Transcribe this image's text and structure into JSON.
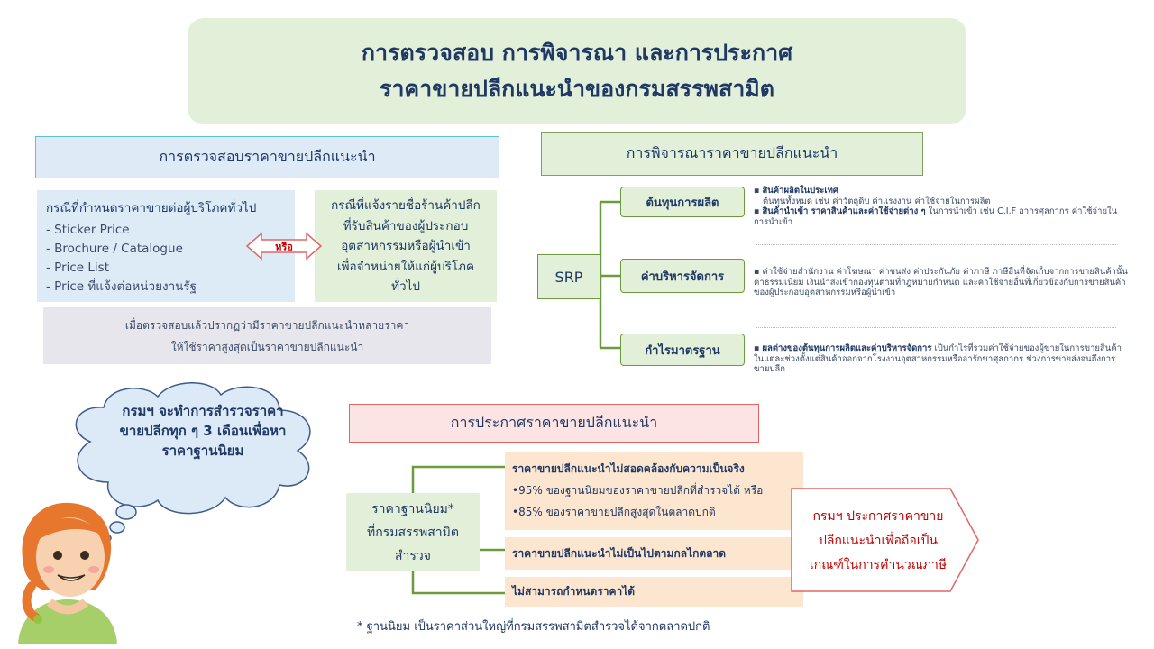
{
  "title": {
    "line1": "การตรวจสอบ การพิจารณา และการประกาศ",
    "line2": "ราคาขายปลีกแนะนำของกรมสรรพสามิต"
  },
  "check": {
    "heading": "การตรวจสอบราคาขายปลีกแนะนำ",
    "case1_title": "กรณีที่กำหนดราคาขายต่อผู้บริโภคทั่วไป",
    "case1_items": [
      "- Sticker Price",
      "- Brochure / Catalogue",
      "- Price List",
      "- Price ที่แจ้งต่อหน่วยงานรัฐ"
    ],
    "or_label": "หรือ",
    "case2_lines": [
      "กรณีที่แจ้งรายชื่อร้านค้าปลีก",
      "ที่รับสินค้าของผู้ประกอบ",
      "อุตสาหกรรมหรือผู้นำเข้า",
      "เพื่อจำหน่ายให้แก่ผู้บริโภค",
      "ทั่วไป"
    ],
    "note_line1": "เมื่อตรวจสอบแล้วปรากฏว่ามีราคาขายปลีกแนะนำหลายราคา",
    "note_line2": "ให้ใช้ราคาสูงสุดเป็นราคาขายปลีกแนะนำ"
  },
  "consider": {
    "heading": "การพิจารณาราคาขายปลีกแนะนำ",
    "srp": "SRP",
    "node1": "ต้นทุนการผลิต",
    "node2": "ค่าบริหารจัดการ",
    "node3": "กำไรมาตรฐาน",
    "d1_b1": "สินค้าผลิตในประเทศ",
    "d1_t1": "ต้นทุนทั้งหมด เช่น ค่าวัตถุดิบ ค่าแรงงาน ค่าใช้จ่ายในการผลิต",
    "d1_b2": "สินค้านำเข้า ราคาสินค้าและค่าใช้จ่ายต่าง ๆ",
    "d1_t2": "ในการนำเข้า เช่น C.I.F อากรศุลกากร ค่าใช้จ่ายในการนำเข้า",
    "d2_t": "ค่าใช้จ่ายสำนักงาน ค่าโฆษณา ค่าขนส่ง ค่าประกันภัย ค่าภาษี ภาษีอื่นที่จัดเก็บจากการขายสินค้านั้น ค่าธรรมเนียม เงินนำส่งเข้ากองทุนตามที่กฎหมายกำหนด และค่าใช้จ่ายอื่นที่เกี่ยวข้องกับการขายสินค้าของผู้ประกอบอุตสาหกรรมหรือผู้นำเข้า",
    "d3_b": "ผลต่างของต้นทุนการผลิตและค่าบริหารจัดการ",
    "d3_t": "เป็นกำไรที่รวมค่าใช้จ่ายของผู้ขายในการขายสินค้าในแต่ละช่วงตั้งแต่สินค้าออกจากโรงงานอุตสาหกรรมหรืออารักขาศุลกากร ช่วงการขายส่งจนถึงการขายปลีก"
  },
  "bubble": {
    "line1": "กรมฯ จะทำการสำรวจราคา",
    "line2": "ขายปลีกทุก ๆ 3 เดือนเพื่อหา",
    "line3": "ราคาฐานนิยม"
  },
  "announce": {
    "heading": "การประกาศราคาขายปลีกแนะนำ",
    "std_line1": "ราคาฐานนิยม*",
    "std_line2": "ที่กรมสรรพสามิต",
    "std_line3": "สำรวจ",
    "cond1_title": "ราคาขายปลีกแนะนำไม่สอดคล้องกับความเป็นจริง",
    "cond1_item1": "•95% ของฐานนิยมของราคาขายปลีกที่สำรวจได้ หรือ",
    "cond1_item2": "•85% ของราคาขายปลีกสูงสุดในตลาดปกติ",
    "cond2": "ราคาขายปลีกแนะนำไม่เป็นไปตามกลไกตลาด",
    "cond3": "ไม่สามารถกำหนดราคาได้",
    "result_line1": "กรมฯ ประกาศราคาขาย",
    "result_line2": "ปลีกแนะนำเพื่อถือเป็น",
    "result_line3": "เกณฑ์ในการคำนวณภาษี",
    "footnote": "* ฐานนิยม เป็นราคาส่วนใหญ่ที่กรมสรรพสามิตสำรวจได้จากตลาดปกติ"
  },
  "colors": {
    "title_bg": "#e2efd9",
    "accent_green": "#6a9b3d",
    "accent_red": "#c00000",
    "text_navy": "#1f3864"
  }
}
